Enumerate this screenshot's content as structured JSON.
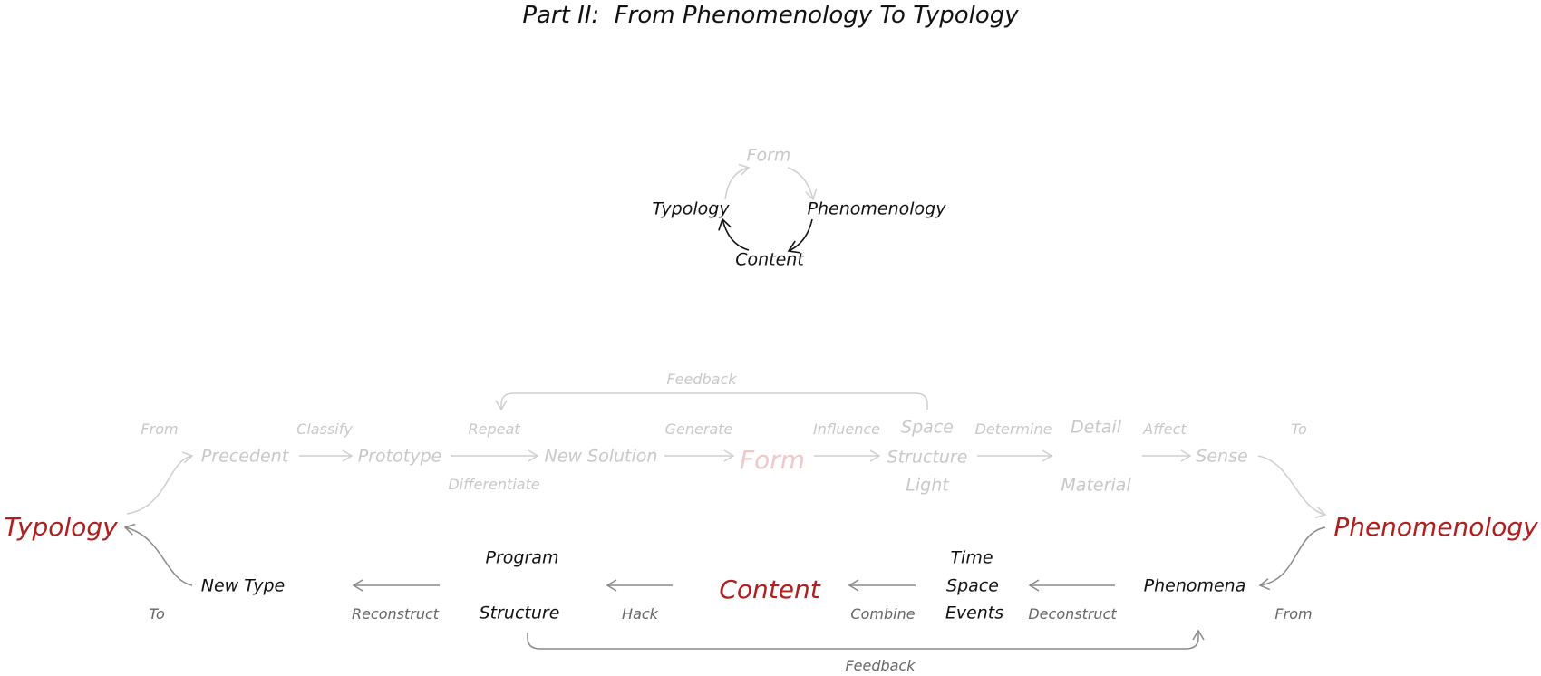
{
  "title": "Part II:  From Phenomenology To Typology",
  "colors": {
    "faded": "#c8c8c8",
    "faded_accent": "#f0c8c8",
    "dark": "#111111",
    "gray": "#666666",
    "accent": "#b01e1e",
    "arrow_faded": "#cfcfcf",
    "arrow_dark": "#8a8a8a"
  },
  "cycle": {
    "form": "Form",
    "typology": "Typology",
    "phenomenology": "Phenomenology",
    "content": "Content"
  },
  "top_row": {
    "feedback": "Feedback",
    "from": "From",
    "precedent": "Precedent",
    "classify": "Classify",
    "prototype": "Prototype",
    "repeat": "Repeat",
    "differentiate": "Differentiate",
    "new_solution": "New Solution",
    "generate": "Generate",
    "form": "Form",
    "influence": "Influence",
    "space": "Space",
    "structure": "Structure",
    "light": "Light",
    "determine": "Determine",
    "detail": "Detail",
    "material": "Material",
    "affect": "Affect",
    "sense": "Sense",
    "to": "To"
  },
  "ends": {
    "typology": "Typology",
    "phenomenology": "Phenomenology"
  },
  "bottom_row": {
    "new_type": "New Type",
    "to": "To",
    "reconstruct": "Reconstruct",
    "program": "Program",
    "structure": "Structure",
    "hack": "Hack",
    "content": "Content",
    "combine": "Combine",
    "time": "Time",
    "space": "Space",
    "events": "Events",
    "deconstruct": "Deconstruct",
    "phenomena": "Phenomena",
    "from": "From",
    "feedback": "Feedback"
  }
}
